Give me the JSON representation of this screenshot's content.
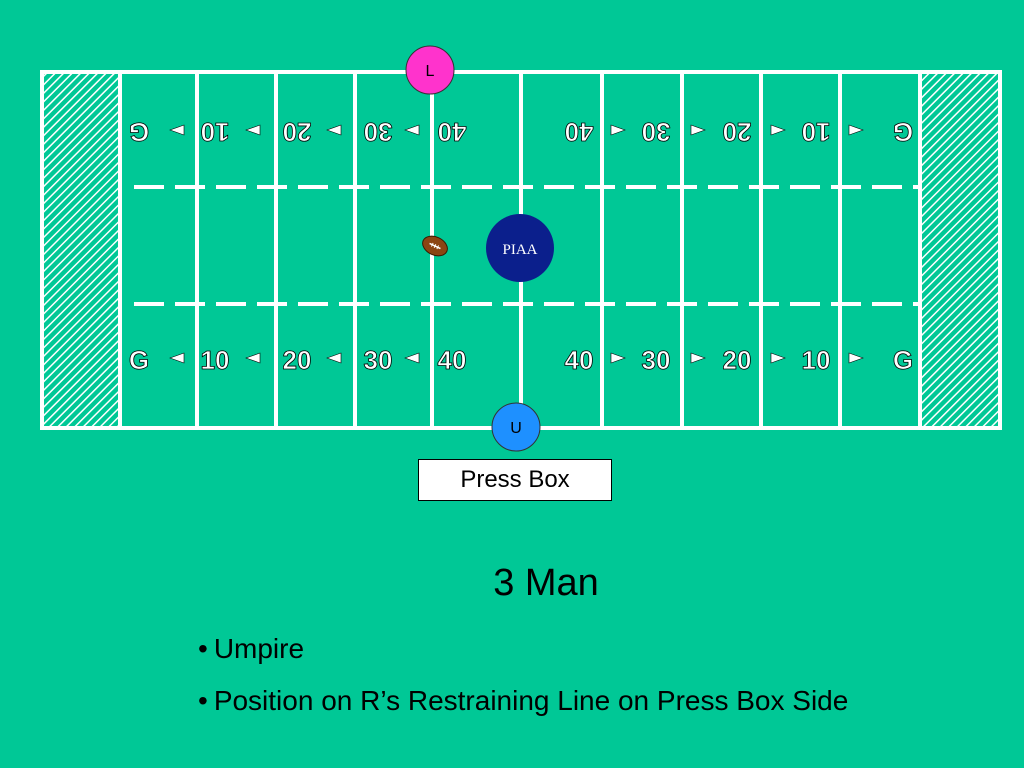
{
  "slide": {
    "title": "3 Man",
    "bullets": [
      "Umpire",
      "Position on R’s Restraining Line on Press Box Side"
    ],
    "bullet_glyph": "•"
  },
  "press_box": {
    "label": "Press Box"
  },
  "officials": [
    {
      "id": "linesman",
      "label": "L",
      "color": "#FF33CC"
    },
    {
      "id": "umpire",
      "label": "U",
      "color": "#1E90FF"
    }
  ],
  "logo": {
    "text": "PIAA",
    "color": "#0B1F8C"
  },
  "field": {
    "yard_numbers_left_to_right": [
      "G",
      "10",
      "20",
      "30",
      "40",
      "40",
      "30",
      "20",
      "10",
      "G"
    ],
    "colors": {
      "background": "#00C896",
      "lines": "#ffffff"
    }
  },
  "icons": {
    "football": "football-icon"
  }
}
